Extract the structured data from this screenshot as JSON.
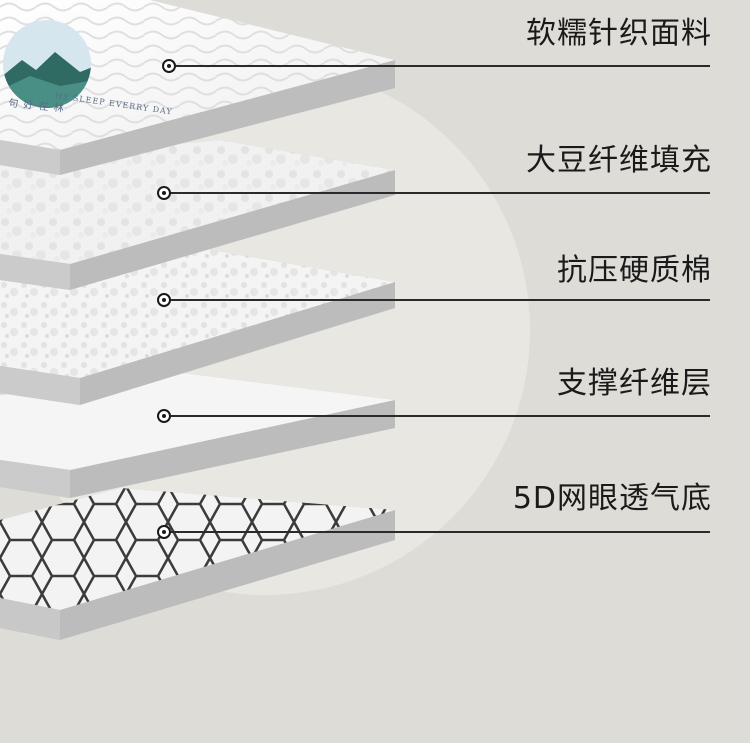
{
  "layers": [
    {
      "name": "软糯针织面料",
      "icon": "fabric-top"
    },
    {
      "name": "大豆纤维填充",
      "icon": "soy-fiber"
    },
    {
      "name": "抗压硬质棉",
      "icon": "hard-cotton"
    },
    {
      "name": "支撑纤维层",
      "icon": "support-fiber"
    },
    {
      "name": "5D网眼透气底",
      "icon": "mesh-bottom"
    }
  ],
  "logo": {
    "arc_text": "HY SLEEP EVERRY DAY",
    "chars": "句 好 在 林"
  },
  "colors": {
    "background": "#dedcd7",
    "circle": "#e9e7e2",
    "slab_side": "#bdbdbd",
    "label": "#1a1a1a"
  }
}
